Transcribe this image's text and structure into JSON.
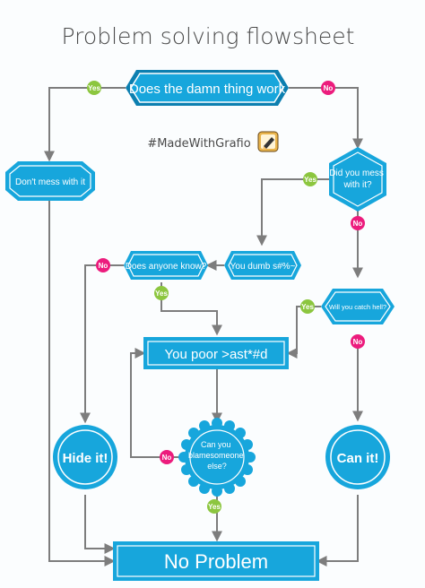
{
  "title": "Problem solving flowsheet",
  "hashtag": "#MadeWithGrafio",
  "colors": {
    "node": "#17a6dc",
    "node_dark": "#0c7fb0",
    "yes": "#8cc63f",
    "no": "#ec1c7d",
    "connector": "#7d7d7d"
  },
  "nodes": {
    "start": "Does the damn thing work",
    "dont_mess": "Don't mess with it",
    "did_you_mess": [
      "Did you mess",
      "with it?"
    ],
    "anyone_know": "Does anyone know?",
    "you_dumb": "You dumb s#%~",
    "catch_hell": "Will you catch hell?",
    "poor": "You poor >ast*#d",
    "hide": "Hide it!",
    "blame": [
      "Can you",
      "blamesomeone",
      "else?"
    ],
    "can": "Can it!",
    "no_problem": "No Problem"
  },
  "badges": {
    "yes": "Yes",
    "no": "No"
  },
  "icons": {
    "grafio": "pencil-notepad-icon"
  }
}
